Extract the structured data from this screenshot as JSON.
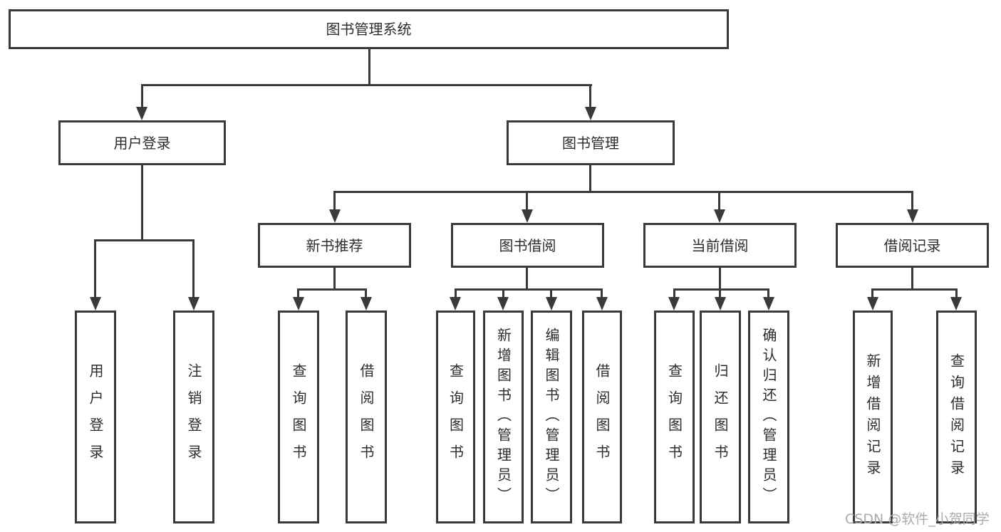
{
  "diagram": {
    "type": "hierarchy-tree",
    "orientation": "top-down",
    "line_color": "#3a3a3a",
    "text_color": "#2d2d2d",
    "background_color": "#ffffff",
    "tree": {
      "label": "图书管理系统",
      "children": [
        {
          "label": "用户登录",
          "children": [
            {
              "label": "用户登录"
            },
            {
              "label": "注销登录"
            }
          ]
        },
        {
          "label": "图书管理",
          "children": [
            {
              "label": "新书推荐",
              "children": [
                {
                  "label": "查询图书"
                },
                {
                  "label": "借阅图书"
                }
              ]
            },
            {
              "label": "图书借阅",
              "children": [
                {
                  "label": "查询图书"
                },
                {
                  "label": "新增图书（管理员）"
                },
                {
                  "label": "编辑图书（管理员）"
                },
                {
                  "label": "借阅图书"
                }
              ]
            },
            {
              "label": "当前借阅",
              "children": [
                {
                  "label": "查询图书"
                },
                {
                  "label": "归还图书"
                },
                {
                  "label": "确认归还（管理员）"
                }
              ]
            },
            {
              "label": "借阅记录",
              "children": [
                {
                  "label": "新增借阅记录"
                },
                {
                  "label": "查询借阅记录"
                }
              ]
            }
          ]
        }
      ]
    },
    "watermark": "CSDN @软件_小贺同学"
  }
}
